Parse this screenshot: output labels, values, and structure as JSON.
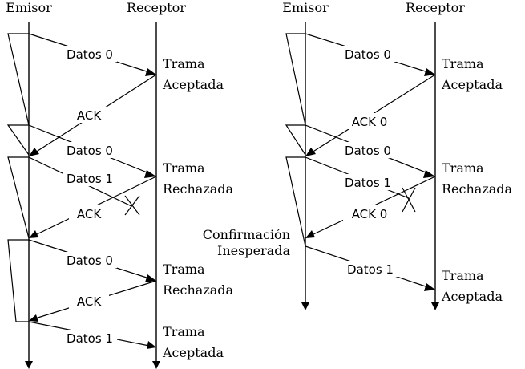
{
  "left": {
    "sender": "Emisor",
    "receiver": "Receptor",
    "frames": [
      "Datos 0",
      "Datos 0",
      "Datos 1",
      "Datos 0",
      "Datos 1"
    ],
    "acks": [
      "ACK",
      "ACK",
      "ACK"
    ],
    "results": [
      {
        "line1": "Trama",
        "line2": "Aceptada"
      },
      {
        "line1": "Trama",
        "line2": "Rechazada"
      },
      {
        "line1": "Trama",
        "line2": "Rechazada"
      },
      {
        "line1": "Trama",
        "line2": "Aceptada"
      }
    ]
  },
  "right": {
    "sender": "Emisor",
    "receiver": "Receptor",
    "frames": [
      "Datos 0",
      "Datos 0",
      "Datos 1",
      "Datos 1"
    ],
    "acks": [
      "ACK 0",
      "ACK 0"
    ],
    "results": [
      {
        "line1": "Trama",
        "line2": "Aceptada"
      },
      {
        "line1": "Trama",
        "line2": "Rechazada"
      },
      {
        "line1": "Trama",
        "line2": "Aceptada"
      }
    ],
    "unexpected": {
      "line1": "Confirmación",
      "line2": "Inesperada"
    }
  }
}
